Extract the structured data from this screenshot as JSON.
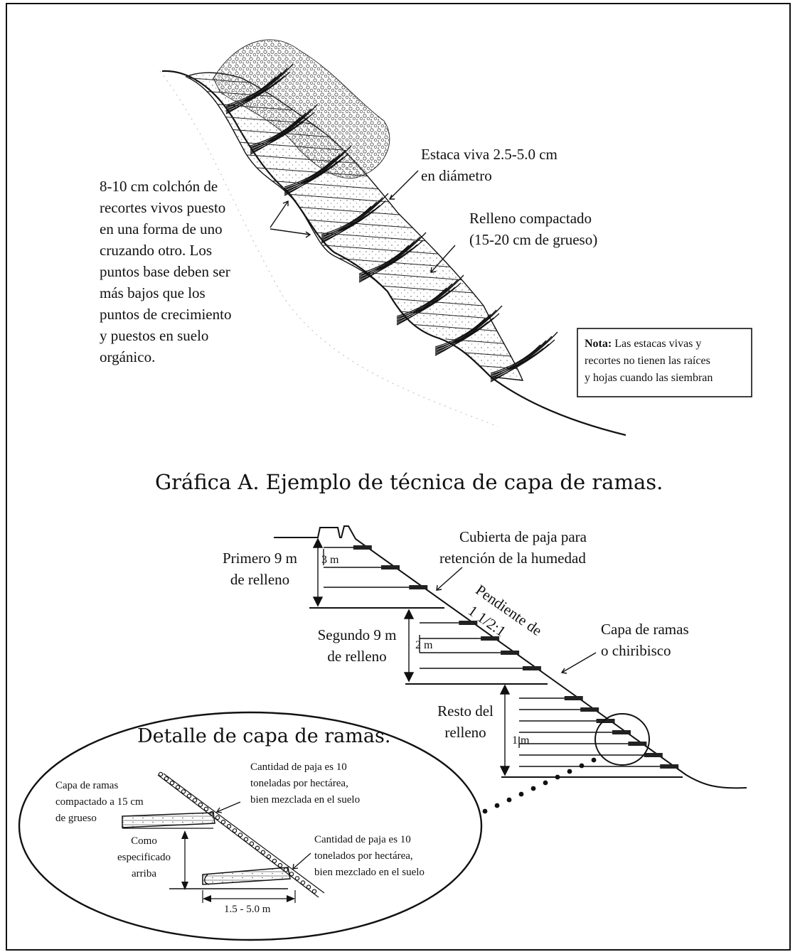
{
  "figure_a": {
    "label_stakes": [
      "Estaca viva 2.5-5.0 cm",
      "en diámetro"
    ],
    "label_backfill": [
      "Relleno compactado",
      "(15-20 cm de grueso)"
    ],
    "label_mat": [
      "8-10 cm colchón de",
      "recortes vivos  puesto",
      "en una forma de uno",
      "cruzando otro.  Los",
      "puntos base deben ser",
      "más bajos que los",
      "puntos de crecimiento",
      "y puestos en suelo",
      "orgánico."
    ],
    "note_title": "Nota:",
    "note_text": [
      "Las estacas vivas y",
      "recortes no tienen las raíces",
      "y hojas cuando las siembran"
    ],
    "caption": "Gráfica A. Ejemplo de técnica de capa de ramas."
  },
  "figure_b": {
    "first_fill": [
      "Primero 9 m",
      "de relleno"
    ],
    "second_fill": [
      "Segundo 9 m",
      "de relleno"
    ],
    "rest_fill": [
      "Resto del",
      "relleno"
    ],
    "spacing_3m": "3 m",
    "spacing_2m": "2 m",
    "spacing_1m": "1 m",
    "straw_cover": [
      "Cubierta de paja para",
      "retención de la humedad"
    ],
    "slope": [
      "Pendiente de",
      "1 1/2:1"
    ],
    "brush_layer": [
      "Capa de ramas",
      "o chiribisco"
    ]
  },
  "detail": {
    "title": "Detalle de capa de ramas.",
    "brush_compacted": [
      "Capa de ramas",
      "compactado a 15 cm",
      "de grueso"
    ],
    "straw_top": [
      "Cantidad de paja es 10",
      "toneladas por hectárea,",
      "bien mezclada en el suelo"
    ],
    "as_specified": [
      "Como",
      "especificado",
      "arriba"
    ],
    "straw_bottom": [
      "Cantidad de paja es 10",
      "tonelados por hectárea,",
      "bien mezclado en el suelo"
    ],
    "span": "1.5 - 5.0 m"
  }
}
